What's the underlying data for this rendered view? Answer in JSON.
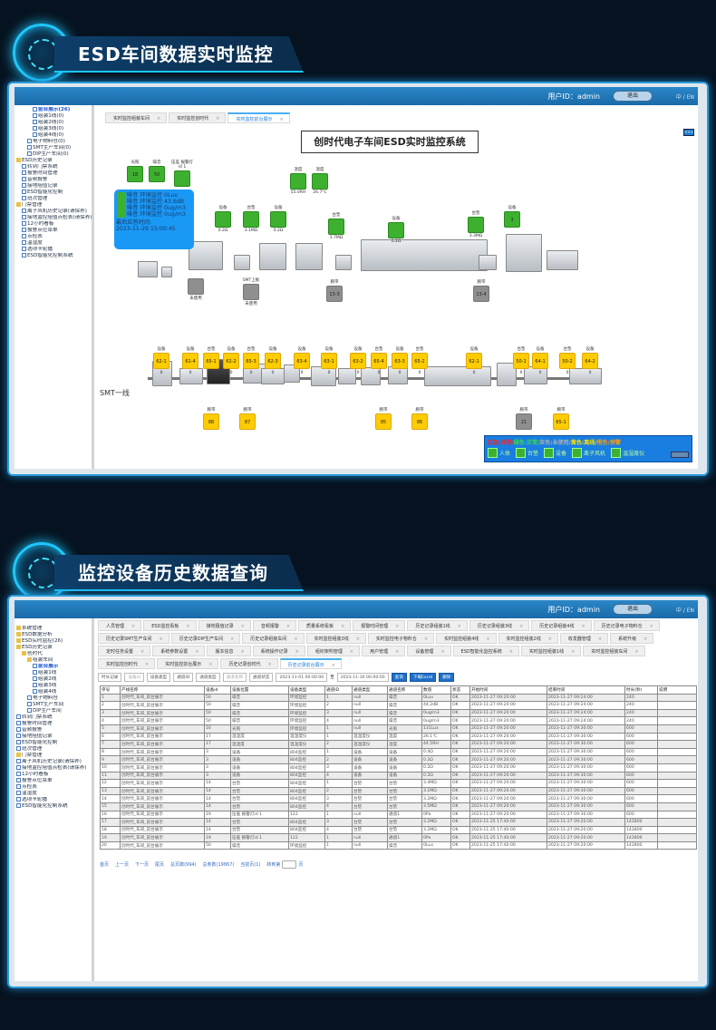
{
  "sections": [
    {
      "title": "ESD车间数据实时监控"
    },
    {
      "title": "监控设备历史数据查询"
    }
  ],
  "header": {
    "user_label": "用户ID：admin",
    "logout": "退出",
    "lang": "中 / EN"
  },
  "monitor": {
    "sidebar": [
      {
        "t": "前台展示(26)",
        "l": 3,
        "f": 0,
        "a": 1
      },
      {
        "t": "组装1线(0)",
        "l": 3,
        "f": 0
      },
      {
        "t": "组装2线(0)",
        "l": 3,
        "f": 0
      },
      {
        "t": "组装3线(0)",
        "l": 3,
        "f": 0
      },
      {
        "t": "组装4线(0)",
        "l": 3,
        "f": 0
      },
      {
        "t": "电子物料仓(0)",
        "l": 2,
        "f": 0
      },
      {
        "t": "SMT生产车间(0)",
        "l": 2,
        "f": 0
      },
      {
        "t": "DIP生产车间(0)",
        "l": 2,
        "f": 0
      },
      {
        "t": "ESD历史记录",
        "l": 0,
        "f": 1
      },
      {
        "t": "转到门禁系统",
        "l": 1,
        "f": 0
      },
      {
        "t": "报警时间管理",
        "l": 1,
        "f": 0
      },
      {
        "t": "音频报警",
        "l": 1,
        "f": 0
      },
      {
        "t": "接地阻值记录",
        "l": 1,
        "f": 0
      },
      {
        "t": "ESD智能化控制",
        "l": 1,
        "f": 0
      },
      {
        "t": "班次管理",
        "l": 1,
        "f": 0
      },
      {
        "t": "门禁管理",
        "l": 0,
        "f": 1
      },
      {
        "t": "离子风机历史记录(请保养)",
        "l": 1,
        "f": 0
      },
      {
        "t": "接地监控阻值点检表(请保养)",
        "l": 1,
        "f": 0
      },
      {
        "t": "12小时看板",
        "l": 1,
        "f": 0
      },
      {
        "t": "报警点位菜单",
        "l": 1,
        "f": 0
      },
      {
        "t": "点检表",
        "l": 1,
        "f": 0
      },
      {
        "t": "温湿度",
        "l": 1,
        "f": 0
      },
      {
        "t": "选项卡轮播",
        "l": 1,
        "f": 0
      },
      {
        "t": "ESD智能化控制系统",
        "l": 1,
        "f": 0
      }
    ],
    "tabs": [
      "实时监控组装车间",
      "实时监控创时代",
      "实时监控前台展示"
    ],
    "title": "创时代电子车间ESD实时监控系统",
    "collapse_btn": "<<<",
    "top_markers": [
      {
        "label": "光照",
        "value": "18",
        "state": "normal",
        "type": "box"
      },
      {
        "label": "噪音",
        "value": "50",
        "state": "normal",
        "type": "box"
      },
      {
        "label": "压差 报警灯id 1",
        "value": "",
        "state": "normal",
        "type": "alarm-light"
      },
      {
        "label": "设备",
        "value": "0.2Ω",
        "state": "normal",
        "type": "equipment"
      },
      {
        "label": "台垫",
        "value": "3.1MΩ",
        "state": "normal",
        "type": "mat"
      },
      {
        "label": "设备",
        "value": "0.2Ω",
        "state": "normal",
        "type": "equipment"
      },
      {
        "label": "湿度",
        "value": "55.0RH",
        "state": "normal",
        "type": "hygrometer"
      },
      {
        "label": "温度",
        "value": "26.7°C",
        "state": "normal",
        "type": "hygrometer"
      },
      {
        "label": "台垫",
        "value": "3.7MΩ",
        "state": "normal",
        "type": "mat"
      },
      {
        "label": "设备",
        "value": "0.2Ω",
        "state": "normal",
        "type": "equipment"
      },
      {
        "label": "台垫",
        "value": "3.3MΩ",
        "state": "normal",
        "type": "mat"
      },
      {
        "label": "设备",
        "value": "3",
        "state": "normal",
        "type": "box"
      }
    ],
    "tooltip": {
      "lines": [
        "噪音 环境监控 0Lux",
        "噪音 环境监控 43.6dB",
        "噪音 环境监控 0ug/m3",
        "噪音 环境监控 0ug/m3"
      ],
      "time_label": "最后应答时间:",
      "time": "2023-11-29 15:00:45"
    },
    "wrist_top": [
      {
        "label": "",
        "value": "未使用",
        "state": "unused"
      },
      {
        "label": "SMT上板",
        "value": "未使用",
        "state": "unused"
      },
      {
        "label": "腕带",
        "value": "13-3",
        "state": "unused"
      },
      {
        "label": "腕带",
        "value": "13-4",
        "state": "unused"
      }
    ],
    "line_label": "SMT一线",
    "bottom_markers": [
      {
        "label": "设备",
        "value": "62-1",
        "reading": "0"
      },
      {
        "label": "设备",
        "value": "61-4",
        "reading": "0"
      },
      {
        "label": "台垫",
        "value": "65-1",
        "reading": "0"
      },
      {
        "label": "设备",
        "value": "62-2",
        "reading": "0"
      },
      {
        "label": "台垫",
        "value": "65-3",
        "reading": "0"
      },
      {
        "label": "设备",
        "value": "62-3",
        "reading": "0"
      },
      {
        "label": "设备",
        "value": "63-4",
        "reading": "0"
      },
      {
        "label": "设备",
        "value": "63-1",
        "reading": "0"
      },
      {
        "label": "设备",
        "value": "63-2",
        "reading": "0"
      },
      {
        "label": "台垫",
        "value": "65-4",
        "reading": "0"
      },
      {
        "label": "设备",
        "value": "63-3",
        "reading": "0"
      },
      {
        "label": "台垫",
        "value": "65-2",
        "reading": "0"
      },
      {
        "label": "设备",
        "value": "62-1",
        "reading": "0"
      },
      {
        "label": "台垫",
        "value": "50-1",
        "reading": "0"
      },
      {
        "label": "设备",
        "value": "64-1",
        "reading": "0"
      },
      {
        "label": "台垫",
        "value": "50-2",
        "reading": "0"
      },
      {
        "label": "设备",
        "value": "64-2",
        "reading": "0"
      }
    ],
    "wrist_bottom": [
      {
        "label": "腕带",
        "value": "88",
        "state": "offline"
      },
      {
        "label": "腕带",
        "value": "87",
        "state": "offline"
      },
      {
        "label": "腕带",
        "value": "85",
        "state": "offline"
      },
      {
        "label": "腕带",
        "value": "86",
        "state": "offline"
      },
      {
        "label": "腕带",
        "value": "21",
        "state": "unused"
      },
      {
        "label": "腕带",
        "value": "65-1",
        "state": "offline"
      }
    ],
    "legend": {
      "items": [
        {
          "color": "红色:",
          "state": "异常/",
          "hex": "#ff2020"
        },
        {
          "color": "绿色:",
          "state": "正常/",
          "hex": "#3ddc3d"
        },
        {
          "color": "灰色:",
          "state": "未使用/",
          "hex": "#b0b0b0"
        },
        {
          "color": "黄色:",
          "state": "离线/",
          "hex": "#ffe000"
        },
        {
          "color": "橙色:",
          "state": "预警",
          "hex": "#ff9a00"
        }
      ],
      "icons": [
        "人体",
        "台垫",
        "设备",
        "离子风机",
        "温湿度仪"
      ]
    }
  },
  "history": {
    "sidebar": [
      {
        "t": "系统管理",
        "l": 0,
        "f": 1
      },
      {
        "t": "ESD数据分析",
        "l": 0,
        "f": 1
      },
      {
        "t": "ESD实时监控(26)",
        "l": 0,
        "f": 1
      },
      {
        "t": "ESD历史记录",
        "l": 0,
        "f": 1
      },
      {
        "t": "创时代",
        "l": 1,
        "f": 1
      },
      {
        "t": "组装车间",
        "l": 2,
        "f": 1
      },
      {
        "t": "前台展示",
        "l": 3,
        "f": 0,
        "a": 1
      },
      {
        "t": "组装1线",
        "l": 3,
        "f": 0
      },
      {
        "t": "组装2线",
        "l": 3,
        "f": 0
      },
      {
        "t": "组装3线",
        "l": 3,
        "f": 0
      },
      {
        "t": "组装4线",
        "l": 3,
        "f": 0
      },
      {
        "t": "电子物料仓",
        "l": 2,
        "f": 0
      },
      {
        "t": "SMT生产车间",
        "l": 2,
        "f": 0
      },
      {
        "t": "DIP生产车间",
        "l": 2,
        "f": 0
      },
      {
        "t": "转到门禁系统",
        "l": 0,
        "f": 0
      },
      {
        "t": "报警时间管理",
        "l": 0,
        "f": 0
      },
      {
        "t": "音频报警",
        "l": 0,
        "f": 0
      },
      {
        "t": "接地阻值记录",
        "l": 0,
        "f": 0
      },
      {
        "t": "ESD智能化控制",
        "l": 0,
        "f": 0
      },
      {
        "t": "班次管理",
        "l": 0,
        "f": 0
      },
      {
        "t": "门禁管理",
        "l": 0,
        "f": 1
      },
      {
        "t": "离子风机历史记录(请保养)",
        "l": 0,
        "f": 0
      },
      {
        "t": "接地监控阻值点检表(请保养)",
        "l": 0,
        "f": 0
      },
      {
        "t": "12小时看板",
        "l": 0,
        "f": 0
      },
      {
        "t": "报警点位菜单",
        "l": 0,
        "f": 0
      },
      {
        "t": "点检表",
        "l": 0,
        "f": 0
      },
      {
        "t": "温湿度",
        "l": 0,
        "f": 0
      },
      {
        "t": "选项卡轮播",
        "l": 0,
        "f": 0
      },
      {
        "t": "ESD智能化控制系统",
        "l": 0,
        "f": 0
      }
    ],
    "tabs": [
      "人员管理",
      "ESD监控看板",
      "接地阻值记录",
      "音频报警",
      "质量系统看板",
      "报警时间管理",
      "历史记录组装1线",
      "历史记录组装3线",
      "历史记录组装4线",
      "历史记录电子物料仓",
      "历史记录SMT生产车间",
      "历史记录DIP生产车间",
      "历史记录组装车间",
      "实时监控组装3线",
      "实时监控电子物料仓",
      "实时监控组装4线",
      "实时监控组装2线",
      "收发器管理",
      "系统升级",
      "定时任务设置",
      "系统参数设置",
      "版本信息",
      "系统操作记录",
      "组织架构管理",
      "用户管理",
      "设备管理",
      "ESD智能化监控系统",
      "实时监控组装1线",
      "实时监控组装车间",
      "实时监控创时代",
      "实时监控前台展示",
      "历史记录创时代",
      "历史记录前台展示"
    ],
    "active_tab": "历史记录前台展示",
    "filters": {
      "duration": "时长记录",
      "device_id_ph": "设备id",
      "device_type": "设备类型",
      "channel_id": "通道ID",
      "channel_type": "通道类型",
      "channel_name_ph": "通道名称",
      "channel_status": "通道状态",
      "start": "2023-11-01 00:00:00",
      "to": "至",
      "end": "2023-11-30 00:00:00",
      "query": "查询",
      "excel": "下载Excel",
      "delete": "删除"
    },
    "columns": [
      "序号",
      "产线名称",
      "设备id",
      "设备位置",
      "设备类型",
      "通道ID",
      "通道类型",
      "通道名称",
      "数值",
      "状态",
      "开始时间",
      "结束时间",
      "时长(秒)",
      "说明"
    ],
    "rows": [
      [
        "1",
        "创时代_车间_前台展示",
        "50",
        "噪音",
        "环境监控",
        "1",
        "null",
        "噪音",
        "0Lux",
        "OK",
        "2023-11-27 09:20:00",
        "2023-11-27 09:24:00",
        "240",
        ""
      ],
      [
        "2",
        "创时代_车间_前台展示",
        "50",
        "噪音",
        "环境监控",
        "2",
        "null",
        "噪音",
        "44.2dB",
        "OK",
        "2023-11-27 09:20:00",
        "2023-11-27 09:24:00",
        "240",
        ""
      ],
      [
        "3",
        "创时代_车间_前台展示",
        "50",
        "噪音",
        "环境监控",
        "3",
        "null",
        "噪音",
        "0ug/m3",
        "OK",
        "2023-11-27 09:20:00",
        "2023-11-27 09:24:00",
        "240",
        ""
      ],
      [
        "4",
        "创时代_车间_前台展示",
        "50",
        "噪音",
        "环境监控",
        "4",
        "null",
        "噪音",
        "0ug/m3",
        "OK",
        "2023-11-27 09:20:00",
        "2023-11-27 09:24:00",
        "240",
        ""
      ],
      [
        "5",
        "创时代_车间_前台展示",
        "16",
        "光照",
        "环境监控",
        "1",
        "null",
        "光照",
        "131Lux",
        "OK",
        "2023-11-27 09:20:00",
        "2023-11-27 09:30:00",
        "600",
        ""
      ],
      [
        "6",
        "创时代_车间_前台展示",
        "17",
        "温湿度",
        "温湿度仪",
        "1",
        "温湿度仪",
        "温度",
        "26.1℃",
        "OK",
        "2023-11-27 09:20:00",
        "2023-11-27 09:30:00",
        "600",
        ""
      ],
      [
        "7",
        "创时代_车间_前台展示",
        "17",
        "温湿度",
        "温湿度仪",
        "2",
        "温湿度仪",
        "湿度",
        "44.5RH",
        "OK",
        "2023-11-27 09:20:00",
        "2023-11-27 09:30:00",
        "600",
        ""
      ],
      [
        "8",
        "创时代_车间_前台展示",
        "3",
        "设备",
        "804监控",
        "1",
        "设备",
        "设备",
        "0.4Ω",
        "OK",
        "2023-11-27 09:20:00",
        "2023-11-27 09:30:00",
        "600",
        ""
      ],
      [
        "9",
        "创时代_车间_前台展示",
        "3",
        "设备",
        "804监控",
        "2",
        "设备",
        "设备",
        "0.2Ω",
        "OK",
        "2023-11-27 09:20:00",
        "2023-11-27 09:30:00",
        "600",
        ""
      ],
      [
        "10",
        "创时代_车间_前台展示",
        "3",
        "设备",
        "804监控",
        "3",
        "设备",
        "设备",
        "0.2Ω",
        "OK",
        "2023-11-27 09:20:00",
        "2023-11-27 09:30:00",
        "600",
        ""
      ],
      [
        "11",
        "创时代_车间_前台展示",
        "3",
        "设备",
        "804监控",
        "4",
        "设备",
        "设备",
        "0.2Ω",
        "OK",
        "2023-11-27 09:20:00",
        "2023-11-27 09:30:00",
        "600",
        ""
      ],
      [
        "12",
        "创时代_车间_前台展示",
        "14",
        "台垫",
        "804监控",
        "1",
        "台垫",
        "台垫",
        "3.4MΩ",
        "OK",
        "2023-11-27 09:20:00",
        "2023-11-27 09:30:00",
        "600",
        ""
      ],
      [
        "13",
        "创时代_车间_前台展示",
        "14",
        "台垫",
        "804监控",
        "2",
        "台垫",
        "台垫",
        "3.1MΩ",
        "OK",
        "2023-11-27 09:20:00",
        "2023-11-27 09:30:00",
        "600",
        ""
      ],
      [
        "14",
        "创时代_车间_前台展示",
        "14",
        "台垫",
        "804监控",
        "3",
        "台垫",
        "台垫",
        "3.2MΩ",
        "OK",
        "2023-11-27 09:20:00",
        "2023-11-27 09:30:00",
        "600",
        ""
      ],
      [
        "15",
        "创时代_车间_前台展示",
        "14",
        "台垫",
        "804监控",
        "4",
        "台垫",
        "台垫",
        "3.5MΩ",
        "OK",
        "2023-11-27 09:20:00",
        "2023-11-27 09:30:00",
        "600",
        ""
      ],
      [
        "16",
        "创时代_车间_前台展示",
        "19",
        "压差 报警灯id 1",
        "122",
        "1",
        "null",
        "通道1",
        "0Pa",
        "OK",
        "2023-11-27 09:20:00",
        "2023-11-27 09:30:00",
        "600",
        ""
      ],
      [
        "17",
        "创时代_车间_前台展示",
        "14",
        "台垫",
        "804监控",
        "3",
        "台垫",
        "台垫",
        "3.2MΩ",
        "OK",
        "2023-11-25 17:40:00",
        "2023-11-27 09:20:00",
        "142800",
        ""
      ],
      [
        "18",
        "创时代_车间_前台展示",
        "14",
        "台垫",
        "804监控",
        "4",
        "台垫",
        "台垫",
        "3.2MΩ",
        "OK",
        "2023-11-25 17:40:00",
        "2023-11-27 09:20:00",
        "142800",
        ""
      ],
      [
        "19",
        "创时代_车间_前台展示",
        "19",
        "压差 报警灯id 1",
        "122",
        "1",
        "null",
        "通道1",
        "0Pa",
        "OK",
        "2023-11-25 17:40:00",
        "2023-11-27 09:20:00",
        "142800",
        ""
      ],
      [
        "20",
        "创时代_车间_前台展示",
        "50",
        "噪音",
        "环境监控",
        "1",
        "null",
        "噪音",
        "0Lux",
        "OK",
        "2023-11-25 17:40:00",
        "2023-11-27 09:20:00",
        "142800",
        ""
      ]
    ],
    "pagination": {
      "first": "首页",
      "prev": "上一页",
      "next": "下一页",
      "last": "尾页",
      "total_pages": "总页数(994)",
      "total_rows": "总条数(19867)",
      "current": "当前页(1)",
      "goto": "转到第",
      "page": "页"
    }
  }
}
